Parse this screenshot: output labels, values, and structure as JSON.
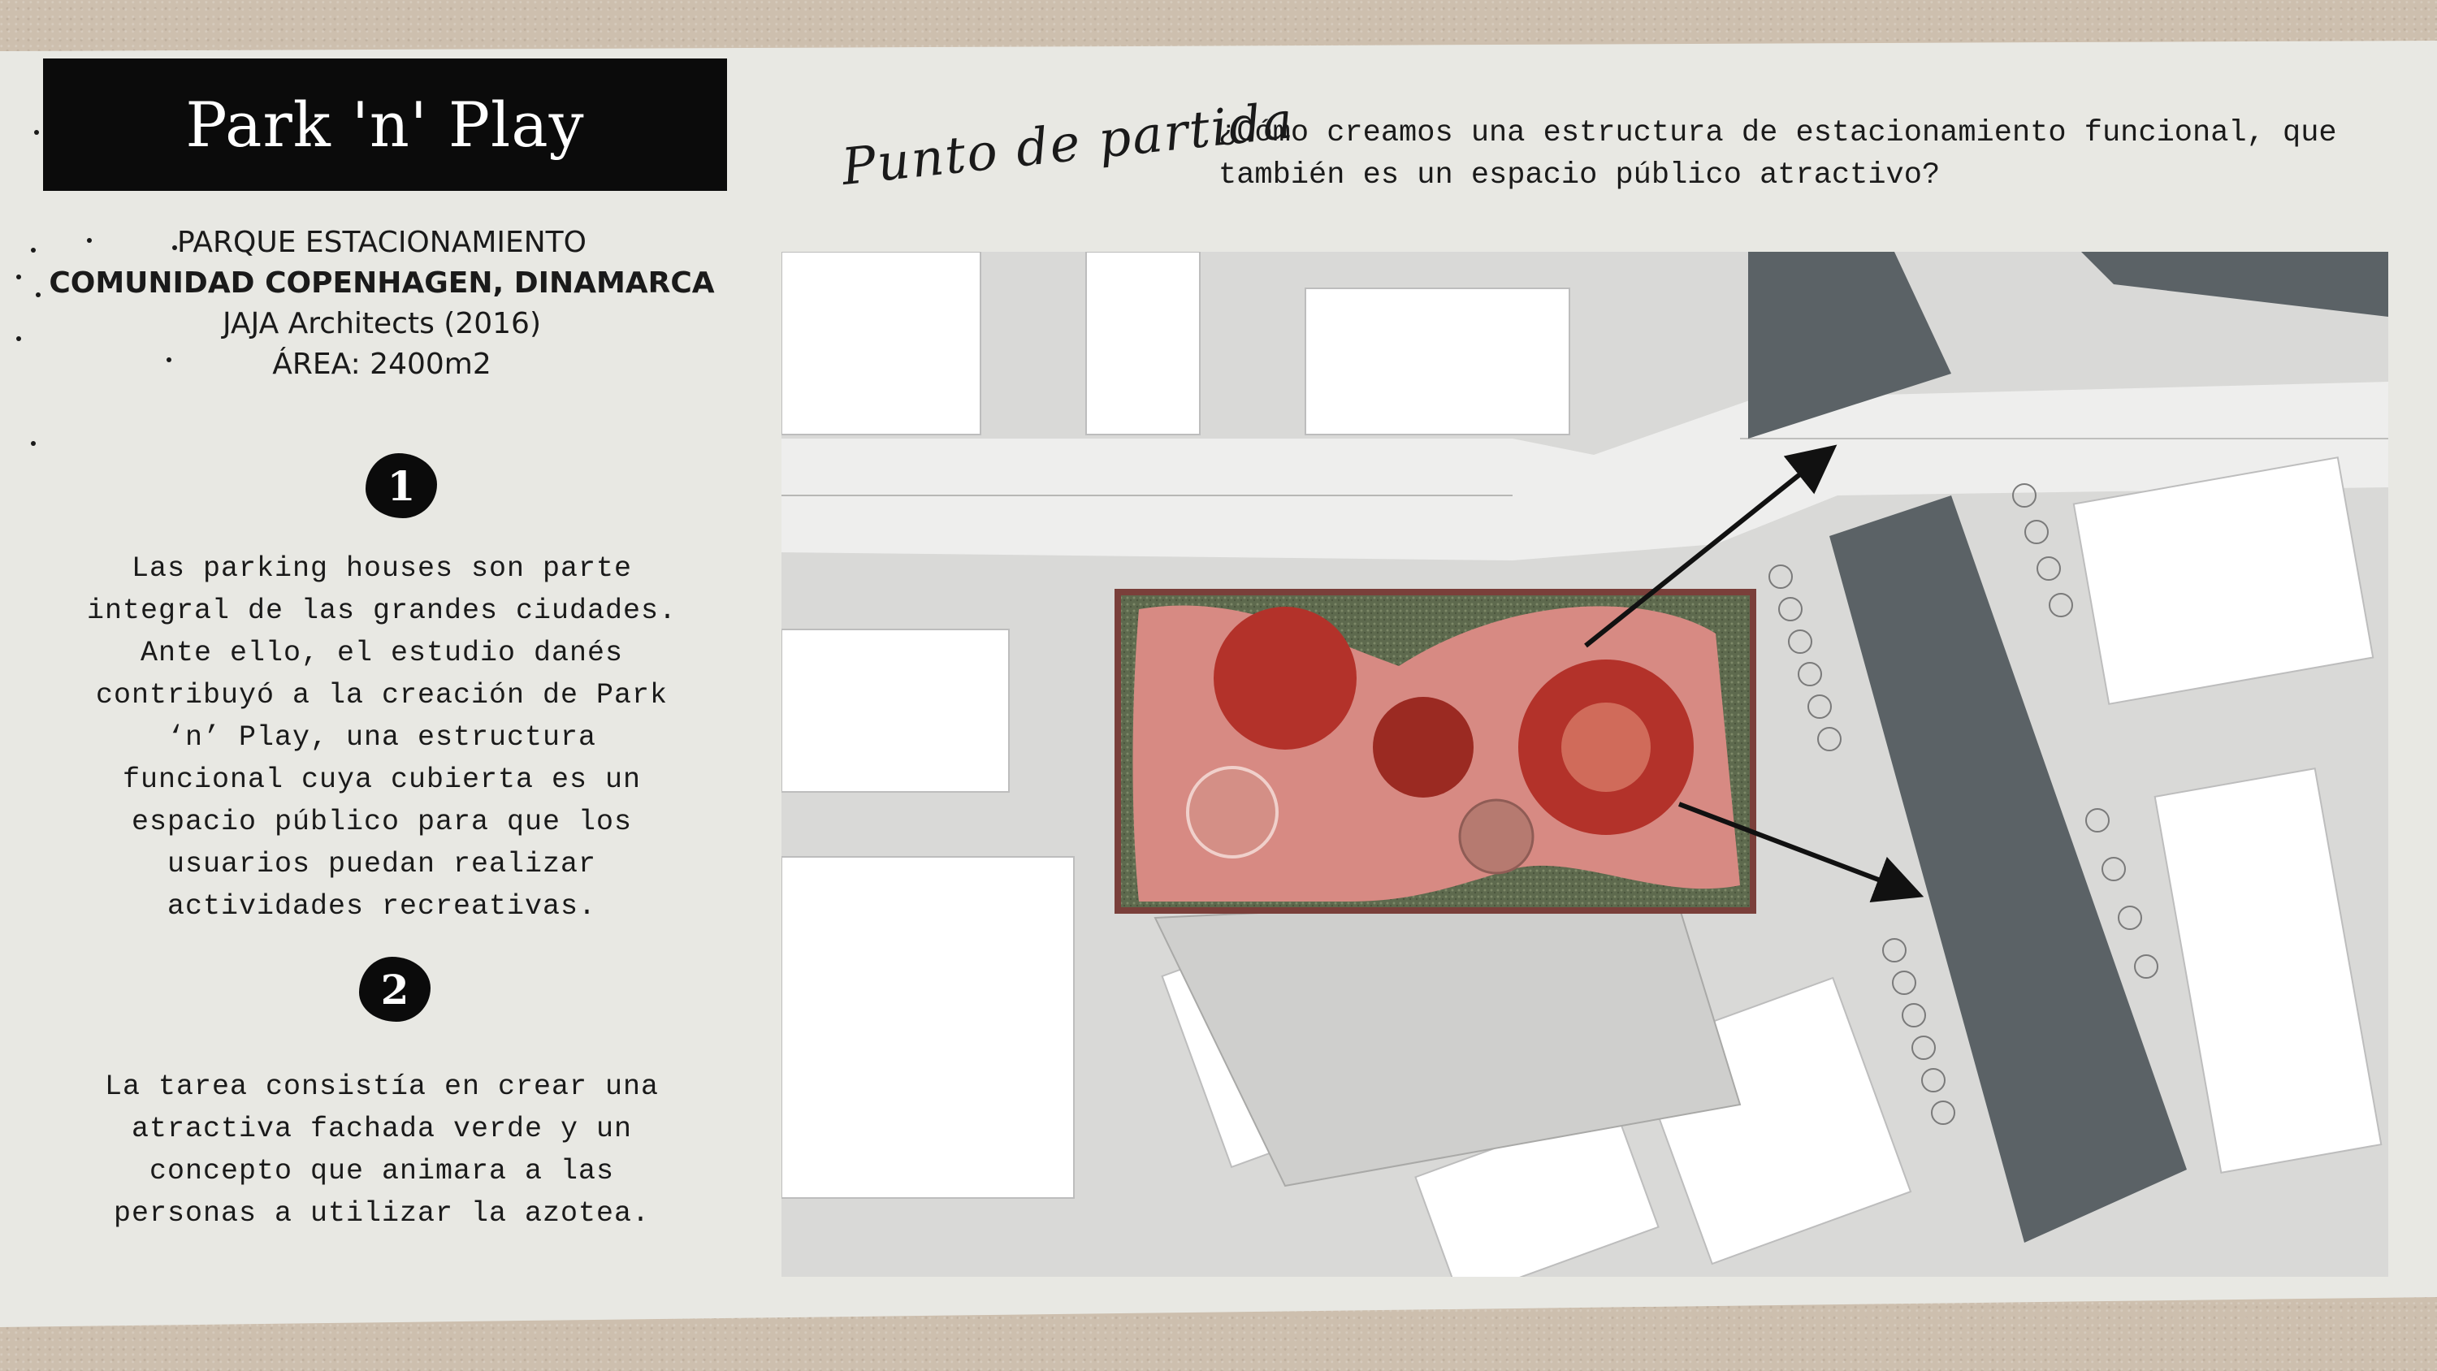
{
  "title": "Park 'n' Play",
  "project": {
    "type": "PARQUE ESTACIONAMIENTO",
    "location": "COMUNIDAD COPENHAGEN, DINAMARCA",
    "architect": "JAJA Architects (2016)",
    "area": "ÁREA: 2400m2"
  },
  "sections": [
    {
      "number": "1",
      "text": "Las parking houses  son parte integral de las grandes ciudades. Ante ello, el estudio danés contribuyó a la creación de Park ‘n’ Play, una estructura funcional cuya cubierta es un espacio público para que los usuarios puedan realizar actividades recreativas."
    },
    {
      "number": "2",
      "text": "La tarea consistía en crear una atractiva fachada verde y un concepto que animara a las personas a utilizar la azotea."
    }
  ],
  "starting_point": {
    "label": "Punto de partida",
    "question": "¿Cómo creamos una estructura de estacionamiento funcional, que también es un espacio público atractivo?"
  },
  "colors": {
    "paper": "#e8e8e3",
    "cardboard": "#cdbfae",
    "title_bg": "#0b0b0b",
    "roof_pink": "#d78a83",
    "roof_red": "#b3322a",
    "canal": "#5b6266"
  }
}
